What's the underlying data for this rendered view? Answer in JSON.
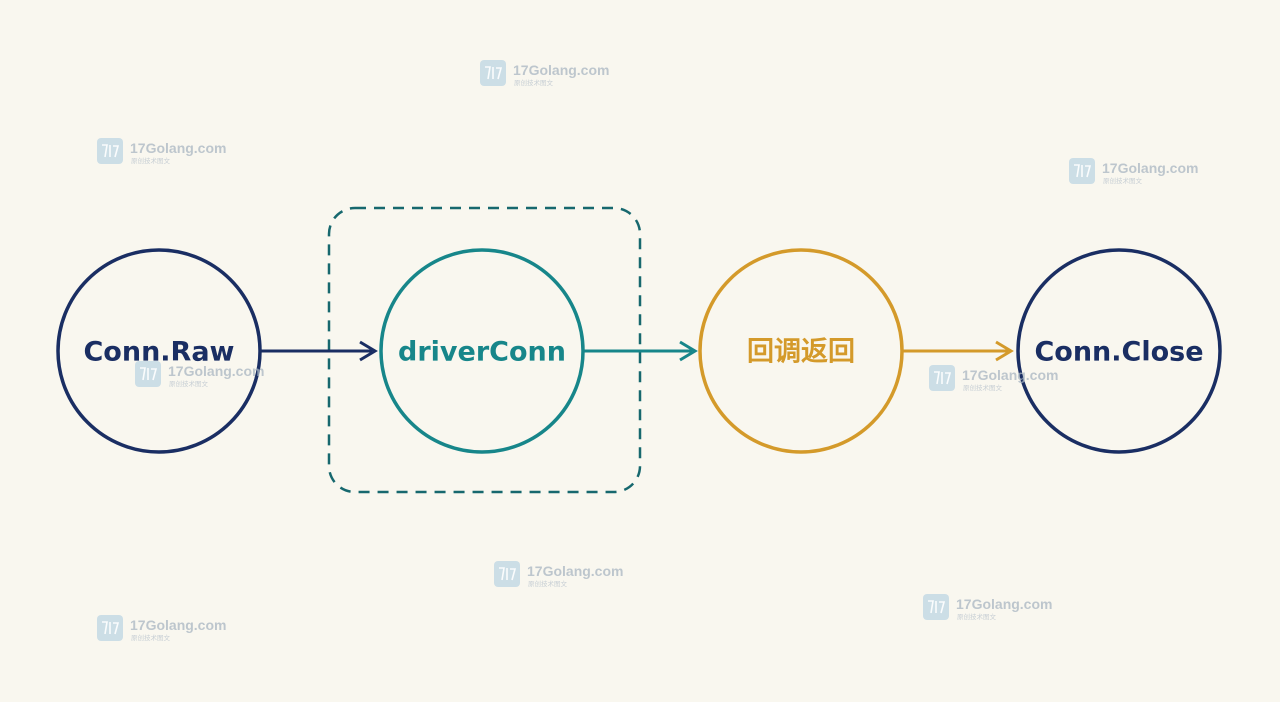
{
  "nodes": [
    {
      "id": "conn-raw",
      "label": "Conn.Raw",
      "color": "#1a2e63"
    },
    {
      "id": "driver-conn",
      "label": "driverConn",
      "color": "#17868a"
    },
    {
      "id": "callback-return",
      "label": "回调返回",
      "color": "#d49a2a"
    },
    {
      "id": "conn-close",
      "label": "Conn.Close",
      "color": "#1a2e63"
    }
  ],
  "edges": [
    {
      "from": "conn-raw",
      "to": "driver-conn",
      "color": "#1a2e63"
    },
    {
      "from": "driver-conn",
      "to": "callback-return",
      "color": "#17868a"
    },
    {
      "from": "callback-return",
      "to": "conn-close",
      "color": "#d49a2a"
    }
  ],
  "group": {
    "contains": "driver-conn",
    "style": "dashed",
    "color": "#17686e"
  },
  "watermark": {
    "text": "17Golang.com",
    "subtext": "原创技术图文",
    "icon": "17golang-logo-icon"
  },
  "colors": {
    "background": "#f9f7ef"
  }
}
